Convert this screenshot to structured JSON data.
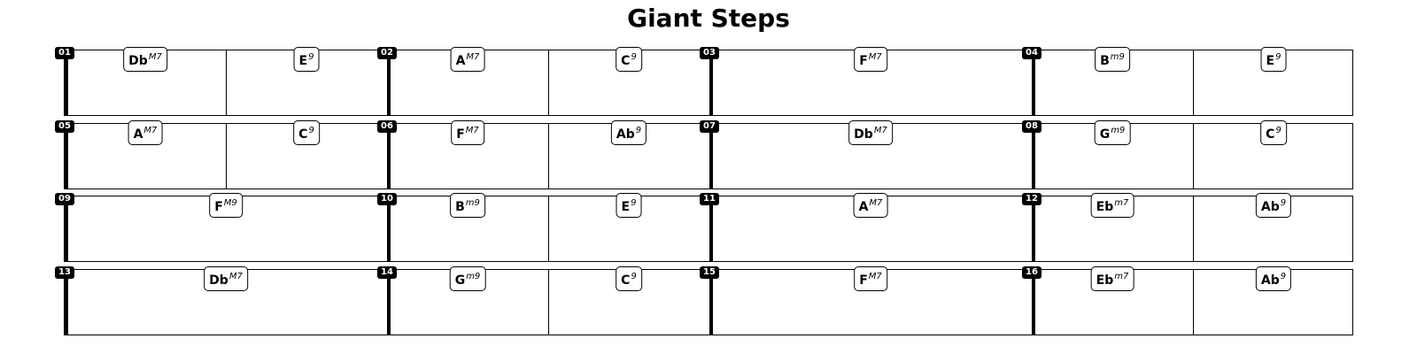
{
  "title": "Giant Steps",
  "bars": [
    {
      "number": "01",
      "chords": [
        {
          "root": "Db",
          "quality": "M7"
        },
        {
          "root": "E",
          "quality": "9"
        }
      ]
    },
    {
      "number": "02",
      "chords": [
        {
          "root": "A",
          "quality": "M7"
        },
        {
          "root": "C",
          "quality": "9"
        }
      ]
    },
    {
      "number": "03",
      "chords": [
        {
          "root": "F",
          "quality": "M7"
        }
      ]
    },
    {
      "number": "04",
      "chords": [
        {
          "root": "B",
          "quality": "m9"
        },
        {
          "root": "E",
          "quality": "9"
        }
      ]
    },
    {
      "number": "05",
      "chords": [
        {
          "root": "A",
          "quality": "M7"
        },
        {
          "root": "C",
          "quality": "9"
        }
      ]
    },
    {
      "number": "06",
      "chords": [
        {
          "root": "F",
          "quality": "M7"
        },
        {
          "root": "Ab",
          "quality": "9"
        }
      ]
    },
    {
      "number": "07",
      "chords": [
        {
          "root": "Db",
          "quality": "M7"
        }
      ]
    },
    {
      "number": "08",
      "chords": [
        {
          "root": "G",
          "quality": "m9"
        },
        {
          "root": "C",
          "quality": "9"
        }
      ]
    },
    {
      "number": "09",
      "chords": [
        {
          "root": "F",
          "quality": "M9"
        }
      ]
    },
    {
      "number": "10",
      "chords": [
        {
          "root": "B",
          "quality": "m9"
        },
        {
          "root": "E",
          "quality": "9"
        }
      ]
    },
    {
      "number": "11",
      "chords": [
        {
          "root": "A",
          "quality": "M7"
        }
      ]
    },
    {
      "number": "12",
      "chords": [
        {
          "root": "Eb",
          "quality": "m7"
        },
        {
          "root": "Ab",
          "quality": "9"
        }
      ]
    },
    {
      "number": "13",
      "chords": [
        {
          "root": "Db",
          "quality": "M7"
        }
      ]
    },
    {
      "number": "14",
      "chords": [
        {
          "root": "G",
          "quality": "m9"
        },
        {
          "root": "C",
          "quality": "9"
        }
      ]
    },
    {
      "number": "15",
      "chords": [
        {
          "root": "F",
          "quality": "M7"
        }
      ]
    },
    {
      "number": "16",
      "chords": [
        {
          "root": "Eb",
          "quality": "m7"
        },
        {
          "root": "Ab",
          "quality": "9"
        }
      ]
    }
  ]
}
